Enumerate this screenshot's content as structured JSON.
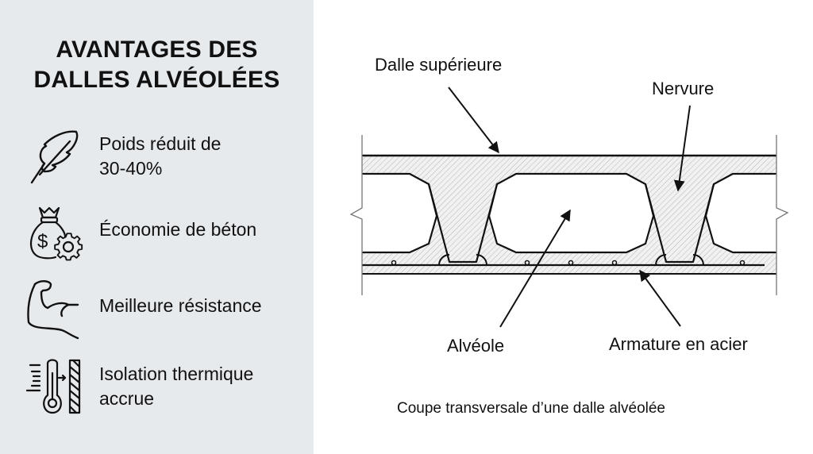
{
  "sidebar": {
    "title": "AVANTAGES DES\nDALLES ALVÉOLÉES",
    "title_line1": "AVANTAGES DES",
    "title_line2": "DALLES ALVÉOLÉES",
    "background": "#e6eaed",
    "items": [
      {
        "icon": "feather-icon",
        "text": "Poids réduit de\n30-40%"
      },
      {
        "icon": "money-bag-gear-icon",
        "text": "Économie de béton"
      },
      {
        "icon": "flexed-arm-icon",
        "text": "Meilleure résistance"
      },
      {
        "icon": "thermometer-insulation-icon",
        "text": "Isolation thermique\naccrue"
      }
    ]
  },
  "diagram": {
    "labels": {
      "top_slab": "Dalle supérieure",
      "rib": "Nervure",
      "void": "Alvéole",
      "steel": "Armature en acier"
    },
    "caption": "Coupe transversale d’une dalle alvéolée"
  }
}
